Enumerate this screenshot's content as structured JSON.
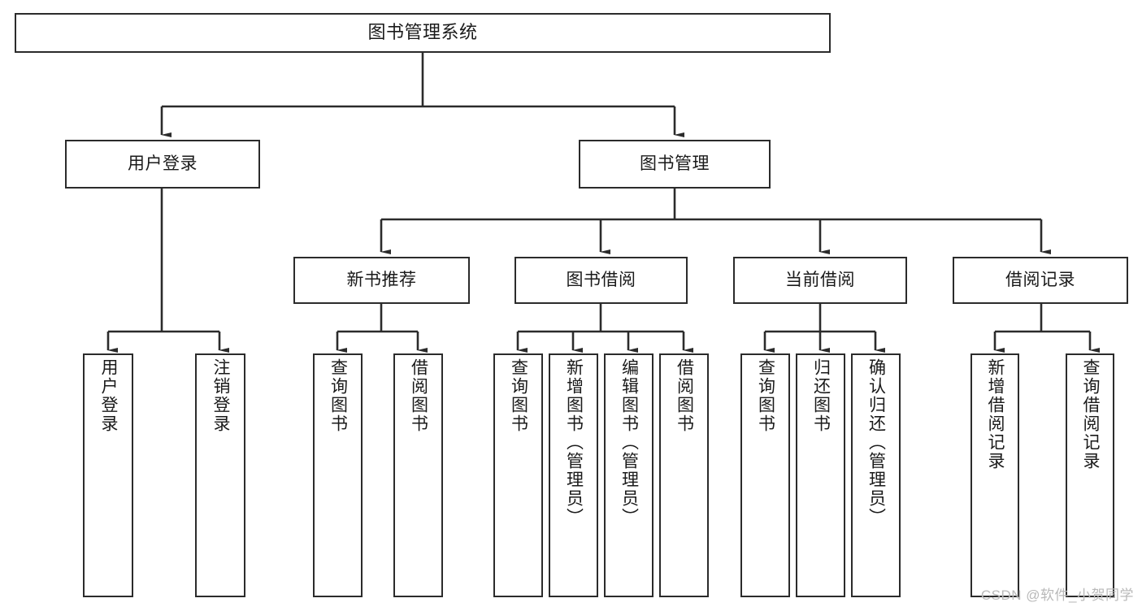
{
  "diagram": {
    "type": "tree-hierarchy",
    "title": "图书管理系统",
    "orientation": "top-down",
    "watermark": "CSDN @软件_小贺同学",
    "colors": {
      "stroke": "#2b2b2b",
      "fill": "#ffffff",
      "text": "#1a1a1a",
      "watermark": "#b9b9b9"
    },
    "nodes": {
      "root": {
        "label": "图书管理系统"
      },
      "level2": [
        {
          "id": "user-login",
          "label": "用户登录"
        },
        {
          "id": "book-management",
          "label": "图书管理"
        }
      ],
      "level3": [
        {
          "id": "new-book-recommend",
          "label": "新书推荐"
        },
        {
          "id": "book-borrow",
          "label": "图书借阅"
        },
        {
          "id": "current-borrow",
          "label": "当前借阅"
        },
        {
          "id": "borrow-record",
          "label": "借阅记录"
        }
      ],
      "leaves": {
        "user_login": [
          {
            "id": "leaf-user-login",
            "label": "用户登录"
          },
          {
            "id": "leaf-logout",
            "label": "注销登录"
          }
        ],
        "new_book_recommend": [
          {
            "id": "leaf-query-book-1",
            "label": "查询图书"
          },
          {
            "id": "leaf-borrow-book-1",
            "label": "借阅图书"
          }
        ],
        "book_borrow": [
          {
            "id": "leaf-query-book-2",
            "label": "查询图书"
          },
          {
            "id": "leaf-add-book",
            "label": "新增图书（管理员）"
          },
          {
            "id": "leaf-edit-book",
            "label": "编辑图书（管理员）"
          },
          {
            "id": "leaf-borrow-book-2",
            "label": "借阅图书"
          }
        ],
        "current_borrow": [
          {
            "id": "leaf-query-book-3",
            "label": "查询图书"
          },
          {
            "id": "leaf-return-book",
            "label": "归还图书"
          },
          {
            "id": "leaf-confirm-return",
            "label": "确认归还（管理员）"
          }
        ],
        "borrow_record": [
          {
            "id": "leaf-add-record",
            "label": "新增借阅记录"
          },
          {
            "id": "leaf-query-record",
            "label": "查询借阅记录"
          }
        ]
      }
    }
  }
}
